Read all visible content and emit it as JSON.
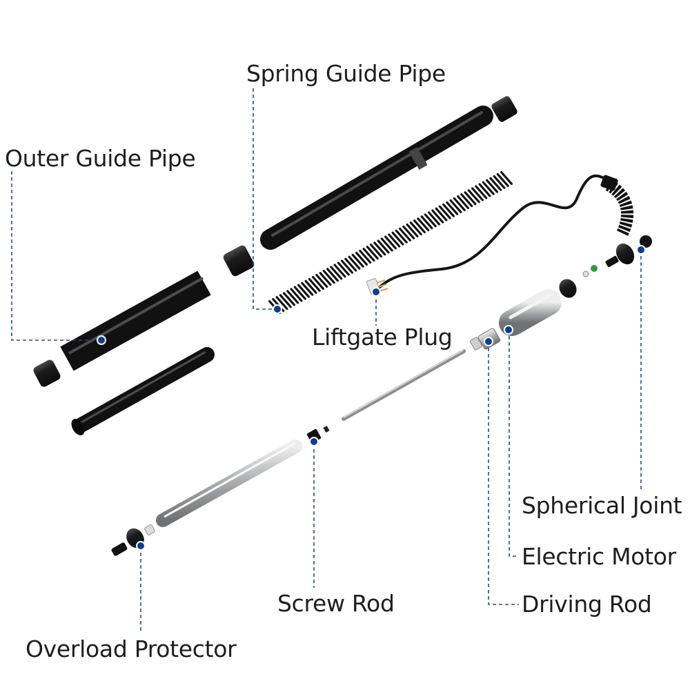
{
  "labels": {
    "spring_guide_pipe": "Spring Guide Pipe",
    "outer_guide_pipe": "Outer Guide Pipe",
    "liftgate_plug": "Liftgate Plug",
    "spherical_joint": "Spherical Joint",
    "electric_motor": "Electric Motor",
    "driving_rod": "Driving Rod",
    "screw_rod": "Screw Rod",
    "overload_protector": "Overload Protector"
  },
  "colors": {
    "leader_line": "#1f4d8a",
    "marker_dot": "#0b3f8f",
    "part_black": "#1a1a1a",
    "part_silver": "#b9bcbf",
    "label_text": "#1d1d1d"
  }
}
